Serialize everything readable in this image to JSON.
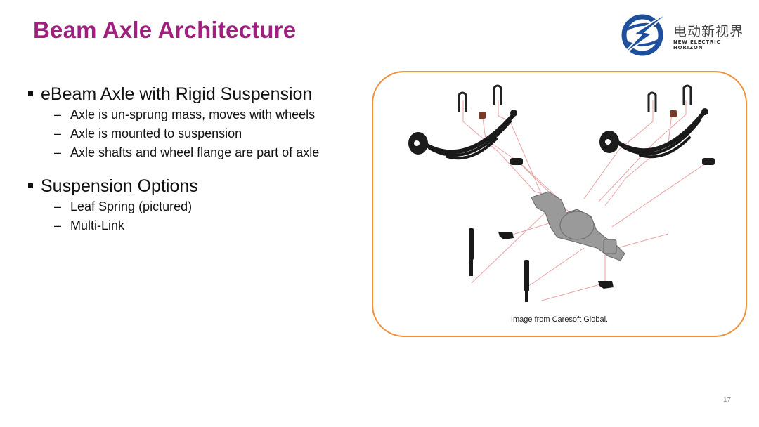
{
  "slide": {
    "title": "Beam Axle Architecture",
    "page_number": "17"
  },
  "logo": {
    "chinese": "电动新视界",
    "english": "NEW ELECTRIC HORIZON"
  },
  "bullets": [
    {
      "text": "eBeam Axle with Rigid Suspension",
      "sub": [
        "Axle is un-sprung mass, moves with wheels",
        "Axle is mounted to suspension",
        "Axle shafts and wheel flange are part of axle"
      ]
    },
    {
      "text": "Suspension Options",
      "sub": [
        "Leaf Spring (pictured)",
        "Multi-Link"
      ]
    }
  ],
  "figure": {
    "caption": "Image from Caresoft Global."
  },
  "colors": {
    "title": "#a0207f",
    "frame_border": "#f0913a",
    "logo_blue": "#1e4f9c",
    "leader_lines": "#e8a2a2"
  }
}
